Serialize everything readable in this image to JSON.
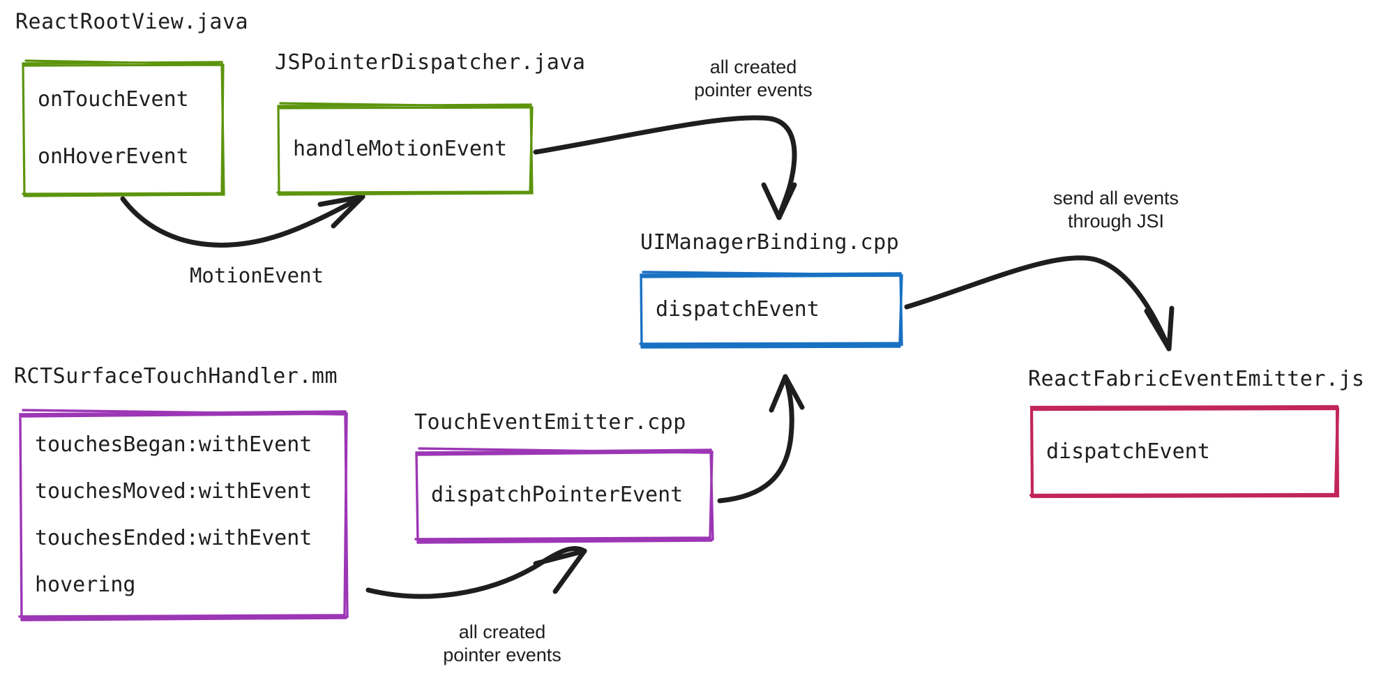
{
  "diagram": {
    "title_semantic": "react-native-pointer-event-flow",
    "background": "#ffffff",
    "colors": {
      "green": "#5c940d",
      "blue": "#1971c2",
      "purple": "#9c36b5",
      "crimson": "#c2255c",
      "ink": "#1e1e1e"
    }
  },
  "nodes": [
    {
      "id": "react-root-view",
      "file_label": "ReactRootView.java",
      "color": "#5c940d",
      "entries": [
        "onTouchEvent",
        "onHoverEvent"
      ]
    },
    {
      "id": "js-pointer-dispatcher",
      "file_label": "JSPointerDispatcher.java",
      "color": "#5c940d",
      "entries": [
        "handleMotionEvent"
      ]
    },
    {
      "id": "ui-manager-binding",
      "file_label": "UIManagerBinding.cpp",
      "color": "#1971c2",
      "entries": [
        "dispatchEvent"
      ]
    },
    {
      "id": "react-fabric-event-emitter",
      "file_label": "ReactFabricEventEmitter.js",
      "color": "#c2255c",
      "entries": [
        "dispatchEvent"
      ]
    },
    {
      "id": "rct-surface-touch-handler",
      "file_label": "RCTSurfaceTouchHandler.mm",
      "color": "#9c36b5",
      "entries": [
        "touchesBegan:withEvent",
        "touchesMoved:withEvent",
        "touchesEnded:withEvent",
        "hovering"
      ]
    },
    {
      "id": "touch-event-emitter",
      "file_label": "TouchEventEmitter.cpp",
      "color": "#9c36b5",
      "entries": [
        "dispatchPointerEvent"
      ]
    }
  ],
  "edges": [
    {
      "id": "motion-event",
      "from": "react-root-view",
      "to": "js-pointer-dispatcher",
      "label": "MotionEvent"
    },
    {
      "id": "android-pointer-events",
      "from": "js-pointer-dispatcher",
      "to": "ui-manager-binding",
      "label": "all created\npointer events"
    },
    {
      "id": "jsi-dispatch",
      "from": "ui-manager-binding",
      "to": "react-fabric-event-emitter",
      "label": "send all events\nthrough JSI"
    },
    {
      "id": "ios-pointer-events",
      "from": "rct-surface-touch-handler",
      "to": "touch-event-emitter",
      "label": "all created\npointer events"
    },
    {
      "id": "emitter-to-binding",
      "from": "touch-event-emitter",
      "to": "ui-manager-binding",
      "label": ""
    }
  ]
}
